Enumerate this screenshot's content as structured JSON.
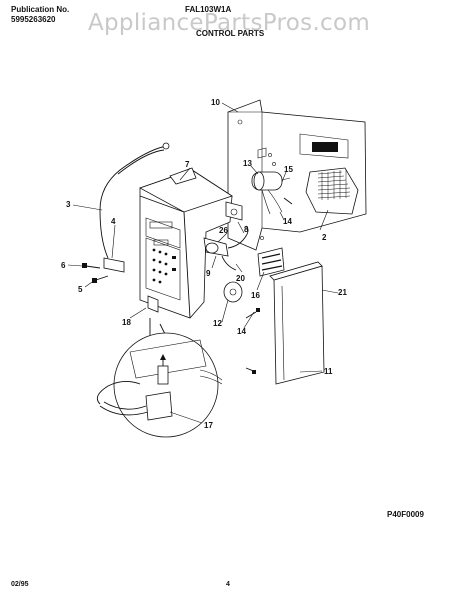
{
  "header": {
    "publication_label": "Publication No.",
    "publication_number": "5995263620",
    "model": "FAL103W1A",
    "section_title": "CONTROL PARTS"
  },
  "watermark": "AppliancePartsPros.com",
  "drawing_code": "P40F0009",
  "footer": {
    "date": "02/95",
    "page": "4"
  },
  "callouts": [
    "10",
    "7",
    "13",
    "15",
    "3",
    "4",
    "6",
    "26",
    "8",
    "2",
    "14",
    "9",
    "20",
    "6",
    "5",
    "16",
    "21",
    "12",
    "18",
    "14",
    "11",
    "17"
  ]
}
